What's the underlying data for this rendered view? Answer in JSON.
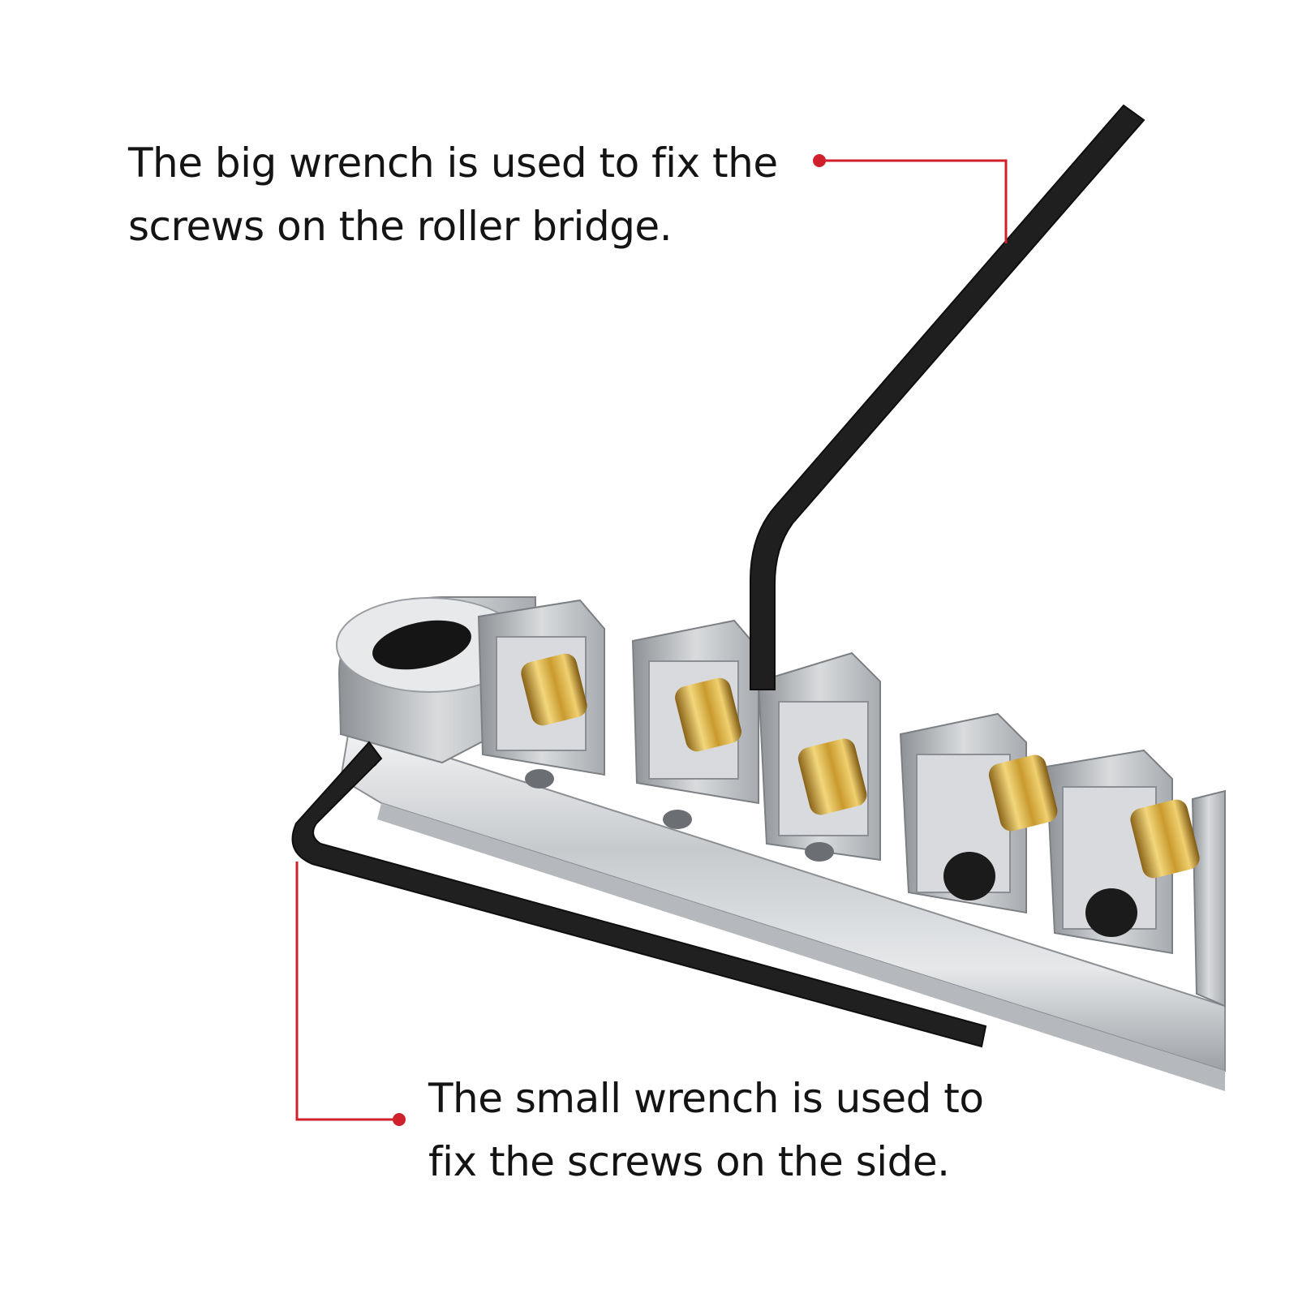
{
  "captions": {
    "big_wrench": {
      "line1": "The big wrench is used to fix the",
      "line2": "screws on the roller bridge."
    },
    "small_wrench": {
      "line1": "The small wrench is used to",
      "line2": "fix the screws on the side."
    }
  },
  "colors": {
    "background": "#ffffff",
    "text": "#141414",
    "callout": "#d0202c",
    "wrench": "#1f1f1f",
    "chrome": "#c9ccd0",
    "brass": "#d6aa3c"
  }
}
